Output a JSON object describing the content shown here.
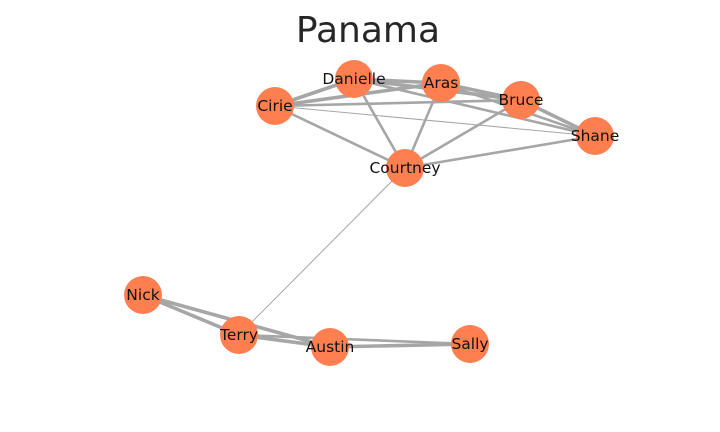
{
  "title": "Panama",
  "colors": {
    "node": "#ff7f50",
    "edge": "#a6a6a6",
    "text": "#111111",
    "title": "#262626"
  },
  "nodes": [
    {
      "id": "danielle",
      "label": "Danielle"
    },
    {
      "id": "aras",
      "label": "Aras"
    },
    {
      "id": "cirie",
      "label": "Cirie"
    },
    {
      "id": "bruce",
      "label": "Bruce"
    },
    {
      "id": "shane",
      "label": "Shane"
    },
    {
      "id": "courtney",
      "label": "Courtney"
    },
    {
      "id": "nick",
      "label": "Nick"
    },
    {
      "id": "terry",
      "label": "Terry"
    },
    {
      "id": "austin",
      "label": "Austin"
    },
    {
      "id": "sally",
      "label": "Sally"
    }
  ],
  "edges": [
    {
      "source": "danielle",
      "target": "aras",
      "weight": 3
    },
    {
      "source": "danielle",
      "target": "bruce",
      "weight": 3
    },
    {
      "source": "danielle",
      "target": "shane",
      "weight": 2
    },
    {
      "source": "danielle",
      "target": "cirie",
      "weight": 3
    },
    {
      "source": "danielle",
      "target": "courtney",
      "weight": 2
    },
    {
      "source": "aras",
      "target": "bruce",
      "weight": 3
    },
    {
      "source": "aras",
      "target": "shane",
      "weight": 2
    },
    {
      "source": "aras",
      "target": "cirie",
      "weight": 3
    },
    {
      "source": "aras",
      "target": "courtney",
      "weight": 2
    },
    {
      "source": "cirie",
      "target": "bruce",
      "weight": 2
    },
    {
      "source": "cirie",
      "target": "shane",
      "weight": 1
    },
    {
      "source": "cirie",
      "target": "courtney",
      "weight": 2
    },
    {
      "source": "bruce",
      "target": "shane",
      "weight": 3
    },
    {
      "source": "bruce",
      "target": "courtney",
      "weight": 2
    },
    {
      "source": "shane",
      "target": "courtney",
      "weight": 2
    },
    {
      "source": "courtney",
      "target": "terry",
      "weight": 1
    },
    {
      "source": "nick",
      "target": "terry",
      "weight": 3
    },
    {
      "source": "nick",
      "target": "austin",
      "weight": 3
    },
    {
      "source": "terry",
      "target": "austin",
      "weight": 3
    },
    {
      "source": "terry",
      "target": "sally",
      "weight": 2
    },
    {
      "source": "austin",
      "target": "sally",
      "weight": 3
    }
  ]
}
